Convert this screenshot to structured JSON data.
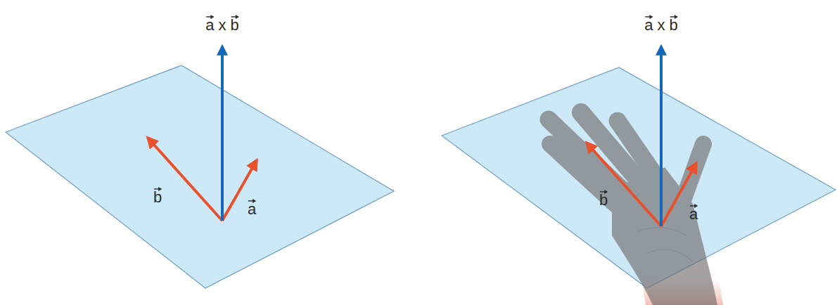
{
  "diagram": {
    "labels": [
      "a x b",
      "b",
      "a",
      "a x b",
      "b",
      "a"
    ]
  }
}
